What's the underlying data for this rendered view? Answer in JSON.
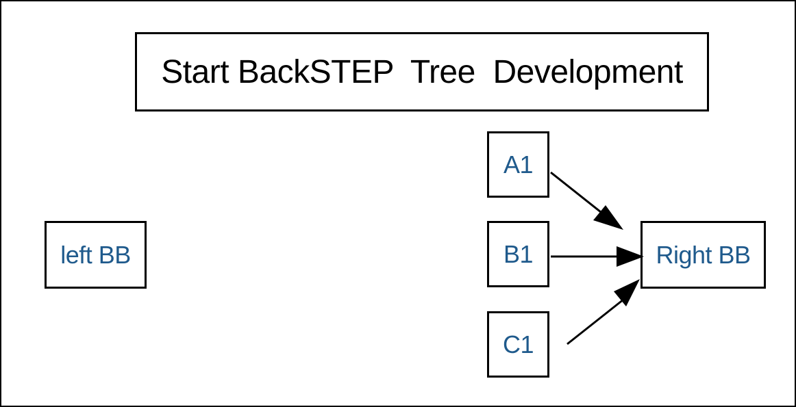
{
  "diagram": {
    "title": "Start BackSTEP  Tree  Development",
    "nodes": [
      {
        "id": "left-bb",
        "label": "left BB"
      },
      {
        "id": "a1",
        "label": "A1"
      },
      {
        "id": "b1",
        "label": "B1"
      },
      {
        "id": "c1",
        "label": "C1"
      },
      {
        "id": "right-bb",
        "label": "Right BB"
      }
    ],
    "edges": [
      {
        "from": "a1",
        "to": "right-bb"
      },
      {
        "from": "b1",
        "to": "right-bb"
      },
      {
        "from": "c1",
        "to": "right-bb"
      }
    ],
    "colors": {
      "border": "#000000",
      "node_text": "#1f5a8c",
      "title_text": "#000000",
      "arrow": "#000000"
    }
  }
}
